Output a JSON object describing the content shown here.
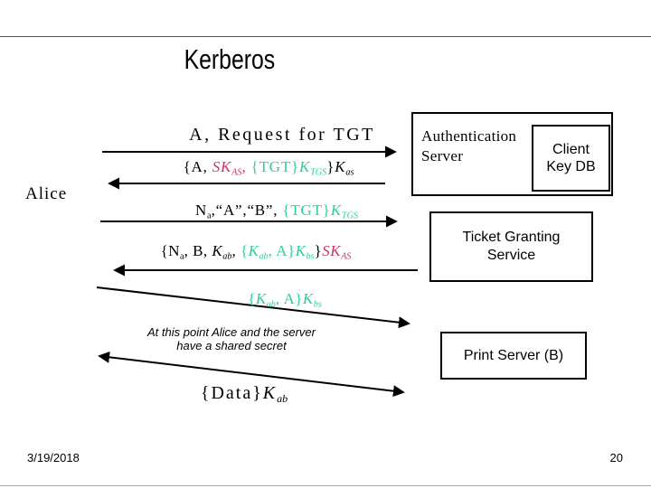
{
  "title": "Kerberos",
  "colors": {
    "ink": "#000000",
    "background": "#ffffff",
    "magenta": "#cc3366",
    "teal": "#33cc99"
  },
  "actors": {
    "alice": "Alice",
    "auth_server_lines": [
      "Authentication",
      "Server"
    ],
    "client_key_db_lines": [
      "Client",
      "Key DB"
    ],
    "tgs_lines": [
      "Ticket Granting",
      "Service"
    ],
    "print_server": "Print Server (B)"
  },
  "messages": {
    "request_tgt": {
      "segments": [
        {
          "t": "A, Request for TGT"
        }
      ]
    },
    "as_reply": {
      "segments": [
        {
          "t": "{A, "
        },
        {
          "t": "SK",
          "c": "magenta",
          "i": true
        },
        {
          "t": "AS",
          "c": "magenta",
          "i": true,
          "sub": true
        },
        {
          "t": ", ",
          "c": "magenta"
        },
        {
          "t": "{TGT}",
          "c": "teal"
        },
        {
          "t": "K",
          "c": "teal",
          "i": true
        },
        {
          "t": "TGS",
          "c": "teal",
          "i": true,
          "sub": true
        },
        {
          "t": "}"
        },
        {
          "t": "K",
          "i": true
        },
        {
          "t": "as",
          "i": true,
          "sub": true
        }
      ]
    },
    "tgs_request": {
      "segments": [
        {
          "t": "N"
        },
        {
          "t": "a",
          "sub": true
        },
        {
          "t": ",“A”,“B”, "
        },
        {
          "t": "{TGT}",
          "c": "teal"
        },
        {
          "t": "K",
          "c": "teal",
          "i": true
        },
        {
          "t": "TGS",
          "c": "teal",
          "i": true,
          "sub": true
        }
      ]
    },
    "tgs_reply": {
      "segments": [
        {
          "t": "{N"
        },
        {
          "t": "a",
          "sub": true
        },
        {
          "t": ", B, "
        },
        {
          "t": "K",
          "i": true
        },
        {
          "t": "ab",
          "i": true,
          "sub": true
        },
        {
          "t": ", "
        },
        {
          "t": "{",
          "c": "teal"
        },
        {
          "t": "K",
          "c": "teal",
          "i": true
        },
        {
          "t": "ab",
          "c": "teal",
          "i": true,
          "sub": true
        },
        {
          "t": ", A}",
          "c": "teal"
        },
        {
          "t": "K",
          "c": "teal",
          "i": true
        },
        {
          "t": "bs",
          "c": "teal",
          "i": true,
          "sub": true
        },
        {
          "t": "}"
        },
        {
          "t": "SK",
          "c": "magenta",
          "i": true
        },
        {
          "t": "AS",
          "c": "magenta",
          "i": true,
          "sub": true
        }
      ]
    },
    "ticket_to_b": {
      "segments": [
        {
          "t": "{",
          "c": "teal"
        },
        {
          "t": "K",
          "c": "teal",
          "i": true
        },
        {
          "t": "ab",
          "c": "teal",
          "i": true,
          "sub": true
        },
        {
          "t": ", A}",
          "c": "teal"
        },
        {
          "t": "K",
          "c": "teal",
          "i": true
        },
        {
          "t": "bs",
          "c": "teal",
          "i": true,
          "sub": true
        }
      ]
    },
    "data_session": {
      "segments": [
        {
          "t": "{Data}"
        },
        {
          "t": "K",
          "i": true
        },
        {
          "t": "ab",
          "i": true,
          "sub": true
        }
      ]
    }
  },
  "note_lines": [
    "At this point Alice and the server",
    "have a shared secret"
  ],
  "footer": {
    "date": "3/19/2018",
    "page_number": "20"
  }
}
